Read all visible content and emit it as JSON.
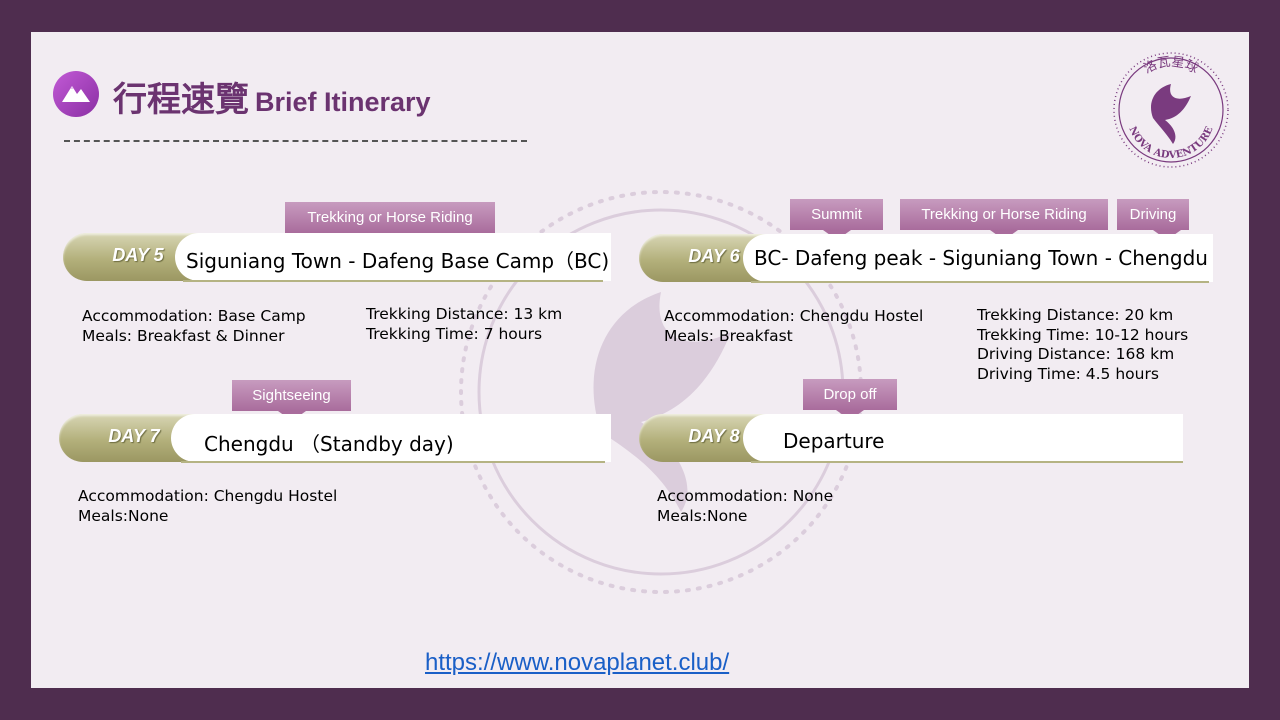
{
  "header": {
    "title_zh": "行程速覽",
    "title_en": "Brief Itinerary"
  },
  "logo": {
    "text_top": "洛瓦星球",
    "text_bottom": "NOVA ADVENTURE"
  },
  "days": [
    {
      "label": "DAY 5",
      "route": "Siguniang Town - Dafeng Base Camp（BC)",
      "tags": [
        "Trekking or Horse Riding"
      ],
      "left_info": [
        "Accommodation: Base Camp",
        "Meals: Breakfast & Dinner"
      ],
      "right_info": [
        "Trekking Distance: 13 km",
        "Trekking Time: 7 hours"
      ]
    },
    {
      "label": "DAY 6",
      "route": "BC- Dafeng peak - Siguniang Town - Chengdu",
      "tags": [
        "Summit",
        "Trekking or Horse Riding",
        "Driving"
      ],
      "left_info": [
        "Accommodation: Chengdu Hostel",
        "Meals: Breakfast"
      ],
      "right_info": [
        "Trekking Distance: 20 km",
        "Trekking Time: 10-12 hours",
        "Driving Distance: 168 km",
        "Driving Time: 4.5 hours"
      ]
    },
    {
      "label": "DAY 7",
      "route": "Chengdu （Standby day)",
      "tags": [
        "Sightseeing"
      ],
      "left_info": [
        "Accommodation: Chengdu Hostel",
        "Meals:None"
      ]
    },
    {
      "label": "DAY 8",
      "route": "Departure",
      "tags": [
        "Drop off"
      ],
      "left_info": [
        "Accommodation: None",
        "Meals:None"
      ]
    }
  ],
  "footer": {
    "url": "https://www.novaplanet.club/"
  },
  "colors": {
    "frame": "#4f2d4f",
    "slide_bg": "#f2ecf2",
    "title": "#6b3370",
    "tag": "#a96c9c",
    "pill": "#b3b07b",
    "link": "#1a5fc7"
  }
}
